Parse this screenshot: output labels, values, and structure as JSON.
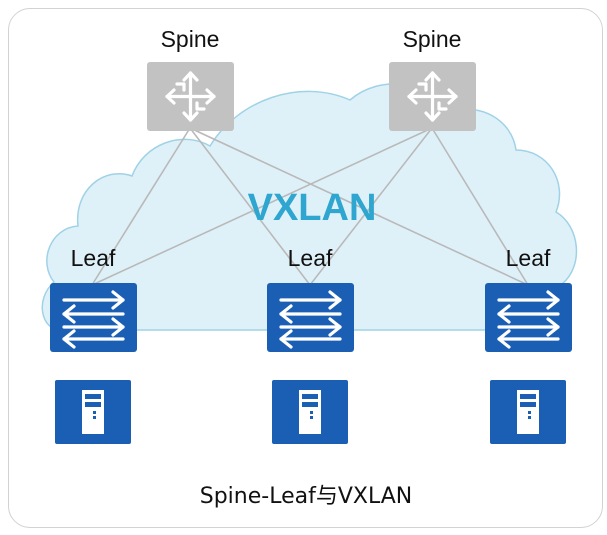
{
  "diagram": {
    "spine_label": "Spine",
    "leaf_label": "Leaf",
    "overlay_label": "VXLAN",
    "caption": "Spine-Leaf与VXLAN"
  },
  "colors": {
    "spine_fill": "#c2c2c2",
    "leaf_fill": "#1a5fb4",
    "server_fill": "#1a5fb4",
    "cloud_fill": "#dff1f8",
    "cloud_stroke": "#9fd2e6",
    "link_stroke": "#b9b9b9",
    "vxlan_text": "#2ea6cf"
  },
  "icons": {
    "spine": "router-arrows-icon",
    "leaf": "switch-arrows-icon",
    "server": "server-tower-icon"
  }
}
